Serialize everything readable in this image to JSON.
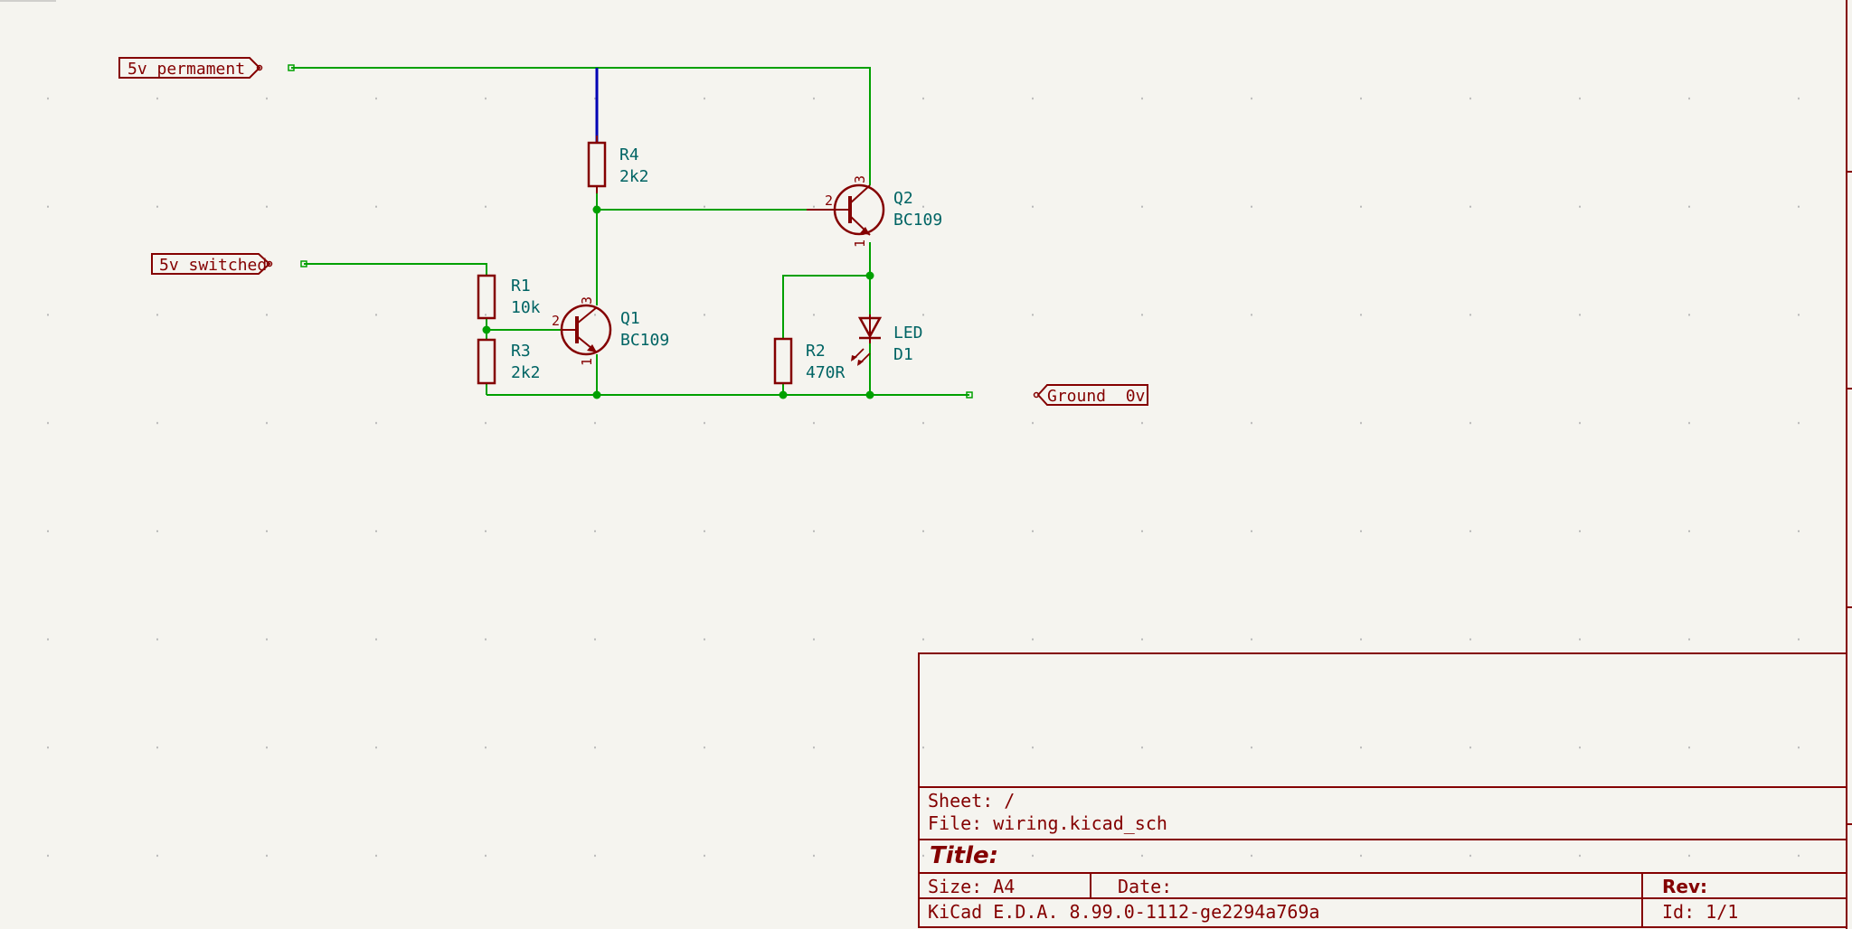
{
  "colors": {
    "background": "#f5f4ef",
    "wire": "#00a000",
    "bus_wire": "#0000b4",
    "symbol": "#840000",
    "reference": "#006464",
    "grid": "#b8b8b8"
  },
  "labels": {
    "v5_permanent": "5v permament",
    "v5_switched": "5v switched",
    "ground": "Ground  0v"
  },
  "components": {
    "r1": {
      "ref": "R1",
      "value": "10k"
    },
    "r2": {
      "ref": "R2",
      "value": "470R"
    },
    "r3": {
      "ref": "R3",
      "value": "2k2"
    },
    "r4": {
      "ref": "R4",
      "value": "2k2"
    },
    "q1": {
      "ref": "Q1",
      "value": "BC109",
      "pin_base": "2",
      "pin_collector": "3",
      "pin_emitter": "1"
    },
    "q2": {
      "ref": "Q2",
      "value": "BC109",
      "pin_base": "2",
      "pin_collector": "3",
      "pin_emitter": "1"
    },
    "d1": {
      "ref": "LED",
      "value": "D1"
    }
  },
  "title_block": {
    "sheet": "Sheet: /",
    "file": "File: wiring.kicad_sch",
    "title": "Title:",
    "size": "Size: A4",
    "date": "Date:",
    "rev": "Rev:",
    "program": "KiCad E.D.A. 8.99.0-1112-ge2294a769a",
    "id": "Id: 1/1"
  }
}
